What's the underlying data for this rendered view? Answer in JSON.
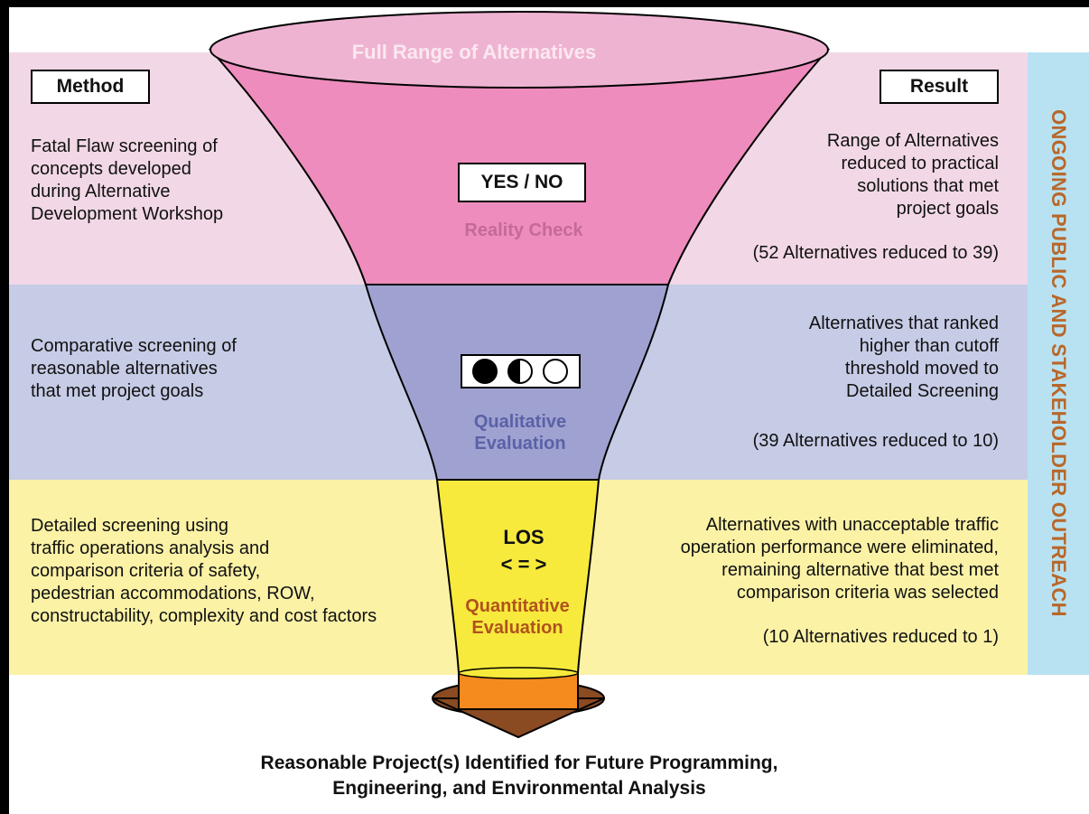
{
  "header": {
    "method_label": "Method",
    "result_label": "Result",
    "funnel_title": "Full Range of Alternatives"
  },
  "side_banner": "ONGOING PUBLIC AND STAKEHOLDER OUTREACH",
  "stages": [
    {
      "method_lines": [
        "Fatal Flaw screening of",
        "concepts developed",
        "during Alternative",
        "Development Workshop"
      ],
      "symbol": "YES / NO",
      "stage_name": "Reality Check",
      "result_lines": [
        "Range of Alternatives",
        "reduced to practical",
        "solutions that met",
        "project goals"
      ],
      "count": "(52 Alternatives reduced to 39)"
    },
    {
      "method_lines": [
        "Comparative screening of",
        "reasonable alternatives",
        "that met project goals"
      ],
      "symbol": "circles",
      "stage_name_lines": [
        "Qualitative",
        "Evaluation"
      ],
      "result_lines": [
        "Alternatives that ranked",
        "higher than cutoff",
        "threshold moved to",
        "Detailed Screening"
      ],
      "count": "(39 Alternatives reduced to 10)"
    },
    {
      "method_lines": [
        "Detailed screening using",
        "traffic operations analysis and",
        "comparison criteria of safety,",
        "pedestrian accommodations, ROW,",
        "constructability, complexity and cost factors"
      ],
      "symbol_lines": [
        "LOS",
        "< = >"
      ],
      "stage_name_lines": [
        "Quantitative",
        "Evaluation"
      ],
      "result_lines": [
        "Alternatives with unacceptable traffic",
        "operation performance were eliminated,",
        "remaining alternative that best met",
        "comparison criteria was selected"
      ],
      "count": "(10 Alternatives reduced to 1)"
    }
  ],
  "outcome_lines": [
    "Reasonable Project(s) Identified for Future Programming,",
    "Engineering, and Environmental Analysis"
  ],
  "colors": {
    "band_pink": "#f2d8e6",
    "band_blue": "#c6cbe6",
    "band_yellow": "#fbf2a6",
    "funnel_pink": "#ee8cbd",
    "funnel_blue": "#9fa2d1",
    "funnel_yellow": "#f7ea3c",
    "banner_blue": "#b8e2f2",
    "banner_text": "#b8672a",
    "reality_text": "#c46a96",
    "qualitative_text": "#5a61a6",
    "quantitative_text": "#b0521f"
  }
}
